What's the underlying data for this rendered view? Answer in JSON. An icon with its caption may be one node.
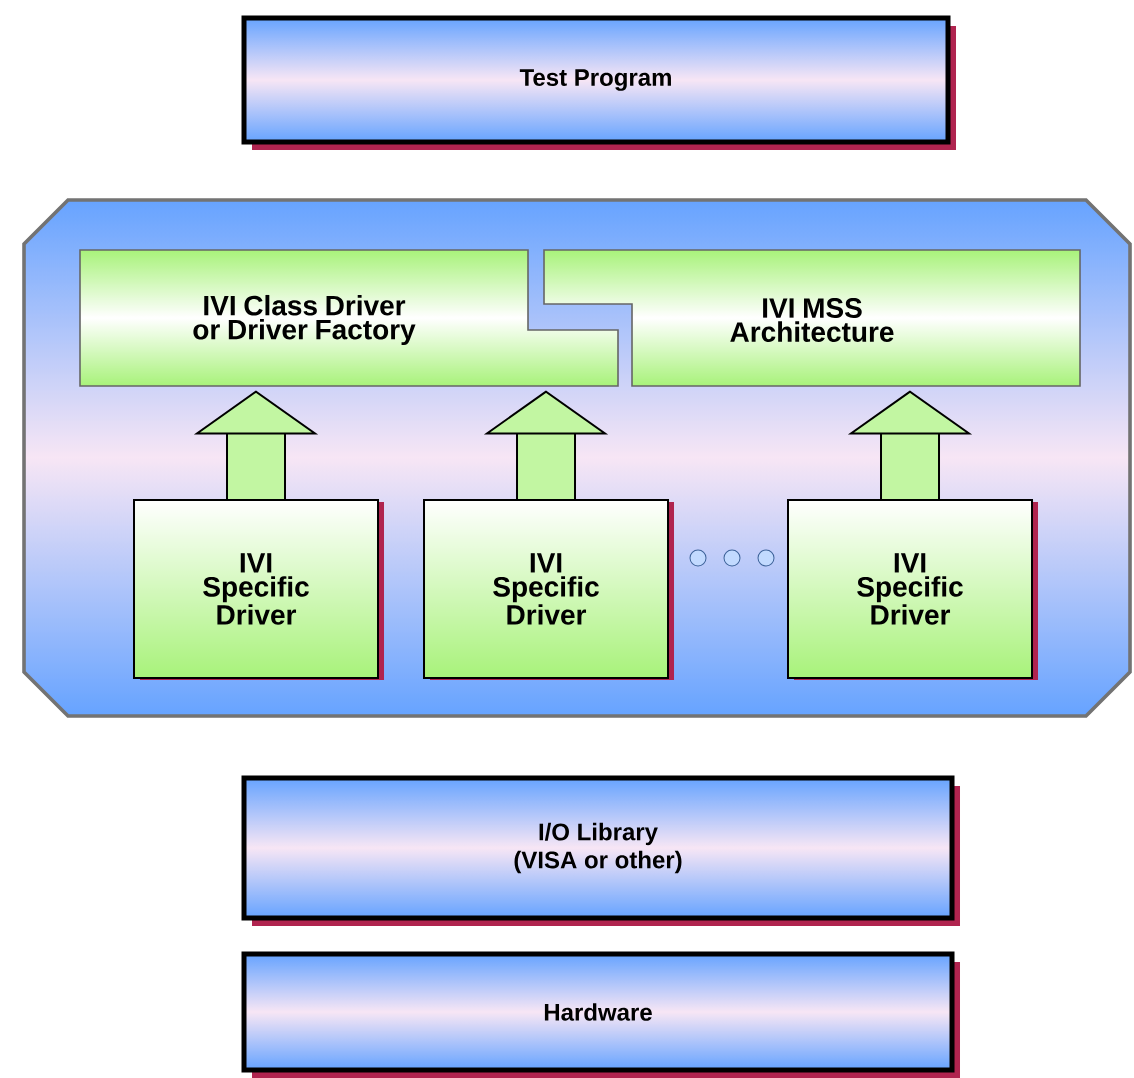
{
  "diagram": {
    "nodes": [
      {
        "text": [
          "Test Program"
        ]
      },
      {
        "text": [],
        "shape": "box"
      },
      {
        "text": [
          "IVI Class Driver or Driver Factory"
        ],
        "in": 1
      },
      {
        "text": [
          "IVI MSS Architecture"
        ],
        "in": 1
      },
      {
        "text": [
          "IVI Specific Driver"
        ],
        "in": 1
      },
      {
        "text": [
          "IVI Specific Driver"
        ],
        "in": 1
      },
      {
        "text": [
          "IVI Specific Driver"
        ],
        "in": 1
      },
      {
        "text": [
          "I/O Library",
          "(VISA or other)"
        ]
      },
      {
        "text": [
          "Hardware"
        ]
      }
    ],
    "edges": [
      {
        "from": 4,
        "to": 2,
        "arrow": "to"
      },
      {
        "from": 5,
        "to": 2,
        "arrow": "to"
      },
      {
        "from": 6,
        "to": 3,
        "arrow": "to"
      }
    ]
  }
}
